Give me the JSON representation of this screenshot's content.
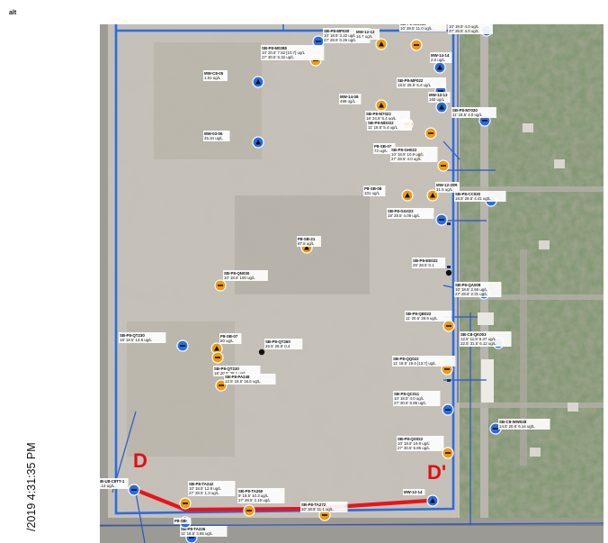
{
  "header": {
    "corner_text": "alt"
  },
  "footer": {
    "timestamp": "/2019 4:31:35 PM"
  },
  "colors": {
    "site_boundary": "#2a6de0",
    "utility_line": "#2855c8",
    "cross_section": "#e8141b",
    "section_letter": "#e01010",
    "marker_blue": "#2a6de0",
    "marker_orange": "#ef9a12"
  },
  "cross_section": {
    "start_label": "D",
    "end_label": "D'"
  },
  "wells": [
    {
      "id": "SB-P8-MP030",
      "text": "10' 18.5' 3.32 ug/L",
      "text2": "27' 28.5' 0.26 ug/L",
      "kind": "blue-circle"
    },
    {
      "id": "SB-P8-MC010",
      "text": "10' 28.5' 11.0 ug/L",
      "kind": "orange-circle"
    },
    {
      "id": "MW-12-12",
      "text": "16.7 ug/L",
      "kind": "orange-well"
    },
    {
      "id": "SB-P8-MK1022",
      "text": "10' 18.5' 4.0 ug/L",
      "text2": "27' 28.5' 4.0 ug/L",
      "kind": "blue-circle"
    },
    {
      "id": "SB-P8-M0288",
      "text": "10' 20.5' 7.52 [10.7] ug/L",
      "text2": "27' 30.5' 6.32 ug/L",
      "kind": "orange-circle"
    },
    {
      "id": "MW-14-14",
      "text": "2.0 ug/L",
      "kind": "blue-well"
    },
    {
      "id": "SB-P8-MP022",
      "text": "18.5' 28.5' 5.4 ug/L",
      "kind": "blue-circle"
    },
    {
      "id": "MW-C8-05",
      "text": "1.51 ug/L",
      "kind": "blue-well"
    },
    {
      "id": "MW-14-08",
      "text": "499 ug/L",
      "kind": "orange-well"
    },
    {
      "id": "MW-12-13",
      "text": "160 ug/L",
      "kind": "blue-well"
    },
    {
      "id": "SB-P8-M7022",
      "text": "18' 24.5' 5.4 ug/L",
      "kind": "orange-circle"
    },
    {
      "id": "SB-P8-MD022",
      "text": "11' 18.5' 5.4 ug/L",
      "kind": "orange-circle"
    },
    {
      "id": "SB-P8-M7030",
      "text": "11' 18.5' 4.0 ug/L",
      "kind": "blue-circle"
    },
    {
      "id": "MW-03-06",
      "text": "45.34 ug/L",
      "kind": "blue-well"
    },
    {
      "id": "P8-SB-07",
      "text": "72 ug/L",
      "kind": "orange-well"
    },
    {
      "id": "SB-P8-GH022",
      "text": "10' 18.5' 10.9 ug/L",
      "text2": "27' 28.5' 4.0 ug/L",
      "kind": "orange-circle"
    },
    {
      "id": "P8-SB-08",
      "text": "101 ug/L",
      "kind": "orange-well"
    },
    {
      "id": "MW-12-20R",
      "text": "31.5 ug/L",
      "kind": "orange-well"
    },
    {
      "id": "SB-P8-GG022",
      "text": "18' 28.5' 4.09 ug/L",
      "kind": "blue-circle"
    },
    {
      "id": "SB-P8-CC030",
      "text": "18.5' 28.5' 4.41 ug/L",
      "kind": "blue-circle"
    },
    {
      "id": "P8-SB-21",
      "text": "87.8 ug/L",
      "kind": "orange-well"
    },
    {
      "id": "SB-P8-EE022",
      "text": "26' 28.5' 0.1",
      "kind": "black-dot"
    },
    {
      "id": "SB-P8-QA008",
      "text": "10' 18.5' 2.66 ug/L",
      "text2": "27' 28.5' 2.31 ug/L",
      "kind": "blue-circle"
    },
    {
      "id": "SB-P8-QN030",
      "text": "10' 18.5' 100 ug/L",
      "kind": "orange-circle"
    },
    {
      "id": "SB-P8-QB022",
      "text": "11' 20.5' 29.9 ug/L",
      "kind": "orange-circle"
    },
    {
      "id": "SB-C8-QK003",
      "text": "12.5' 11.5' 5.37 ug/L",
      "text2": "22.5' 31.5' 6.12 ug/L",
      "kind": "blue-circle"
    },
    {
      "id": "SB-P8-QT230",
      "text": "18' 18.5' 14.8 ug/L",
      "kind": "blue-circle"
    },
    {
      "id": "P8-SB-07",
      "text": "80 ug/L",
      "kind": "orange-well"
    },
    {
      "id": "SB-P8-QT230",
      "text": "18' 20.5' 38.1 ug/L",
      "kind": "orange-circle"
    },
    {
      "id": "SB-P8-QT260",
      "text": "26.5' 28.5' 0.4",
      "kind": "black-dot"
    },
    {
      "id": "SB-P8-QQ022",
      "text": "11' 18.5' 19.6 [13.7] ug/L",
      "kind": "orange-circle"
    },
    {
      "id": "SB-P8-PA248",
      "text": "12.5' 19.5' 16.6 ug/L",
      "kind": "orange-circle"
    },
    {
      "id": "SB-P8-QC011",
      "text": "10' 18.5' 4.0 ug/L",
      "text2": "27' 30.5' 6.85 ug/L",
      "kind": "blue-circle"
    },
    {
      "id": "SB-C8-WW028",
      "text": "14.5' 20.5' 6.14 ug/L",
      "kind": "blue-circle"
    },
    {
      "id": "SB-P8-QS022",
      "text": "10' 18.5' 19.8 ug/L",
      "text2": "27' 30.5' 6.85 ug/L",
      "kind": "orange-circle"
    },
    {
      "id": "SB-U8-C8TT-1",
      "text": "1.14 ug/L",
      "kind": "blue-circle"
    },
    {
      "id": "SB-P8-TA242",
      "text": "10' 18.5' 12.8 ug/L",
      "text2": "27' 28.5' 1.3 ug/L",
      "kind": "orange-circle"
    },
    {
      "id": "SB-P8-TA250",
      "text": "9' 18.5' 10.3 ug/L",
      "text2": "27' 28.5' 2.16 ug/L",
      "kind": "orange-circle"
    },
    {
      "id": "SB-P8-TA272",
      "text": "10' 18.5' 11.1 ug/L",
      "kind": "orange-circle"
    },
    {
      "id": "MW-12-14",
      "text": "",
      "kind": "blue-well"
    },
    {
      "id": "SB-P8-TA226",
      "text": "11' 18.5' 3.65 ug/L",
      "kind": "blue-circle"
    },
    {
      "id": "P8-SB-",
      "text": "",
      "kind": "blue-circle"
    }
  ]
}
